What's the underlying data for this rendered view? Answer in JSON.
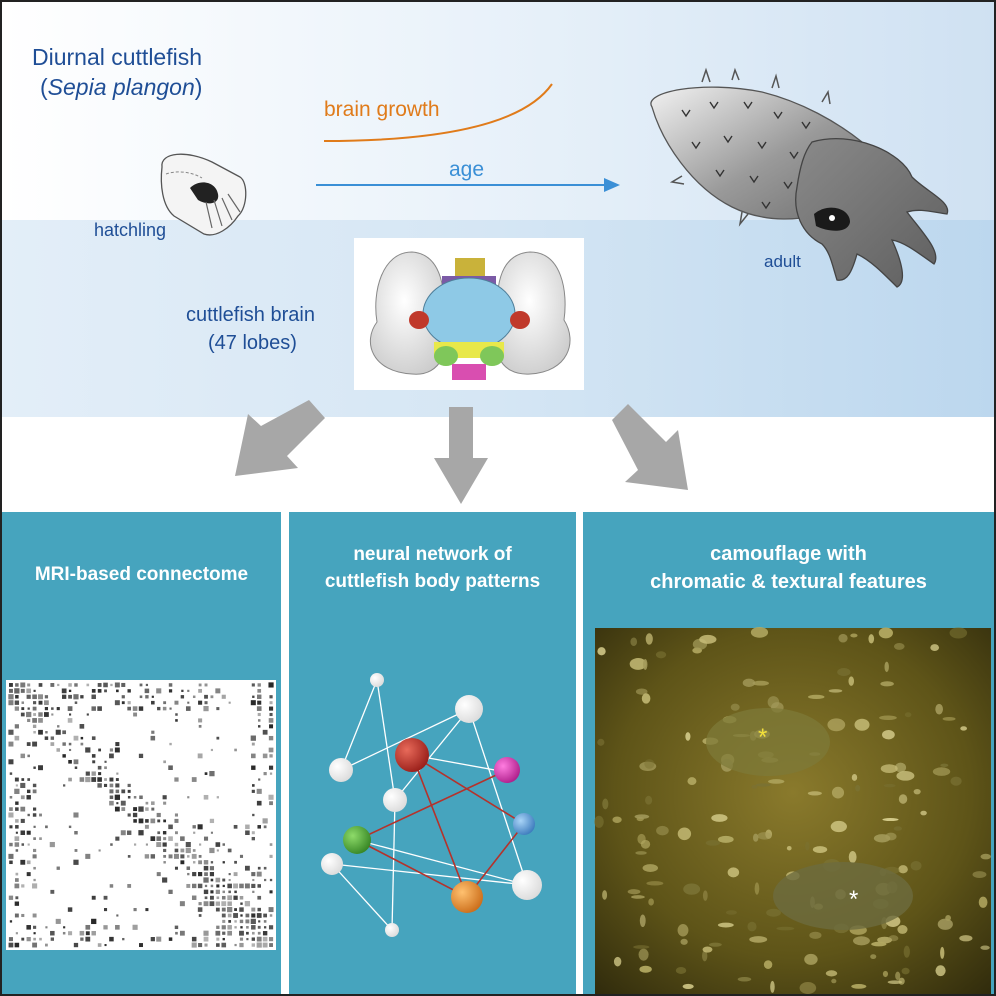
{
  "header": {
    "title_line1": "Diurnal cuttlefish",
    "title_species": "Sepia plangon",
    "title_open": "(",
    "title_close": ")"
  },
  "labels": {
    "brain_growth": "brain growth",
    "age": "age",
    "hatchling": "hatchling",
    "adult": "adult",
    "brain_line1": "cuttlefish brain",
    "brain_line2": "(47 lobes)"
  },
  "panels": [
    {
      "title_lines": [
        "MRI-based connectome"
      ]
    },
    {
      "title_lines": [
        "neural network of",
        "cuttlefish body patterns"
      ]
    },
    {
      "title_lines": [
        "camouflage with",
        "chromatic & textural features"
      ]
    }
  ],
  "photo": {
    "markers": [
      "*",
      "*"
    ]
  },
  "colors": {
    "title_blue": "#1f4e96",
    "growth_orange": "#e07b1a",
    "age_blue": "#3a8fd6",
    "panel_teal": "#46a4be",
    "arrow_gray": "#a7a7a7"
  },
  "network_nodes": [
    {
      "color": "white"
    },
    {
      "color": "white"
    },
    {
      "color": "red"
    },
    {
      "color": "magenta"
    },
    {
      "color": "white"
    },
    {
      "color": "white"
    },
    {
      "color": "blue"
    },
    {
      "color": "green"
    },
    {
      "color": "white"
    },
    {
      "color": "orange"
    },
    {
      "color": "white"
    },
    {
      "color": "white"
    }
  ]
}
